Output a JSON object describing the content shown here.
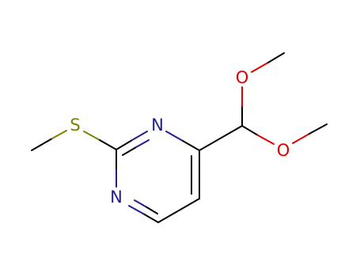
{
  "molecule": {
    "atoms": [
      {
        "id": "S1",
        "label": "S",
        "element": "S",
        "color": "#808000"
      },
      {
        "id": "N3",
        "label": "N",
        "element": "N",
        "color": "#1f1f8f"
      },
      {
        "id": "N1",
        "label": "N",
        "element": "N",
        "color": "#1f1f8f"
      },
      {
        "id": "O1",
        "label": "O",
        "element": "O",
        "color": "#e00000"
      },
      {
        "id": "O2",
        "label": "O",
        "element": "O",
        "color": "#e00000"
      }
    ],
    "bonds": [
      {
        "from": "CH3",
        "to": "S1",
        "order": 1
      },
      {
        "from": "S1",
        "to": "C2",
        "order": 1
      },
      {
        "from": "C2",
        "to": "N3",
        "order": 2
      },
      {
        "from": "N3",
        "to": "C4",
        "order": 1
      },
      {
        "from": "C4",
        "to": "C5",
        "order": 2
      },
      {
        "from": "C5",
        "to": "C6",
        "order": 1
      },
      {
        "from": "C6",
        "to": "N1",
        "order": 2
      },
      {
        "from": "N1",
        "to": "C2",
        "order": 1
      },
      {
        "from": "C4",
        "to": "CH",
        "order": 1
      },
      {
        "from": "CH",
        "to": "O1",
        "order": 1
      },
      {
        "from": "O1",
        "to": "Me1",
        "order": 1
      },
      {
        "from": "CH",
        "to": "O2",
        "order": 1
      },
      {
        "from": "O2",
        "to": "Me2",
        "order": 1
      }
    ],
    "colors": {
      "carbon_bond": "#000000",
      "nitrogen": "#1f1f8f",
      "sulfur": "#808000",
      "oxygen": "#e00000"
    }
  }
}
